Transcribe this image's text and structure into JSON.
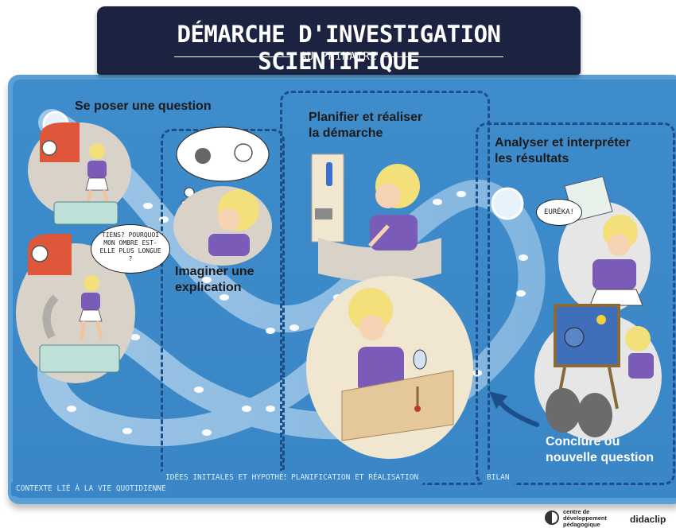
{
  "banner": {
    "title": "DÉMARCHE D'INVESTIGATION SCIENTIFIQUE",
    "subtitle": "AU PRIMAIRE"
  },
  "steps": {
    "question": "Se poser une question",
    "imagine_1": "Imaginer une",
    "imagine_2": "explication",
    "plan_1": "Planifier et réaliser",
    "plan_2": "la démarche",
    "analyse_1": "Analyser et interpréter",
    "analyse_2": "les résultats",
    "conclude_1": "Conclure ou",
    "conclude_2": "nouvelle question"
  },
  "zones": {
    "contexte": "CONTEXTE LIÉ À LA VIE QUOTIDIENNE",
    "idees": "IDÉES INITIALES ET HYPOTHÈSES",
    "planification": "PLANIFICATION ET RÉALISATION",
    "bilan": "BILAN"
  },
  "bubbles": {
    "question_speech": "TIENS? POURQUOI MON OMBRE EST-ELLE PLUS LONGUE ?",
    "eureka": "EURÊKA!"
  },
  "footer": {
    "cdp_1": "centre de",
    "cdp_2": "développement",
    "cdp_3": "pédagogique",
    "didaclip": "didaclip"
  },
  "colors": {
    "board": "#3a86c6",
    "zone_border": "#1c4f8a",
    "banner": "#1b2340",
    "path": "#c9e2f5",
    "shirt": "#7a5bb8",
    "hair": "#f3e07a"
  }
}
